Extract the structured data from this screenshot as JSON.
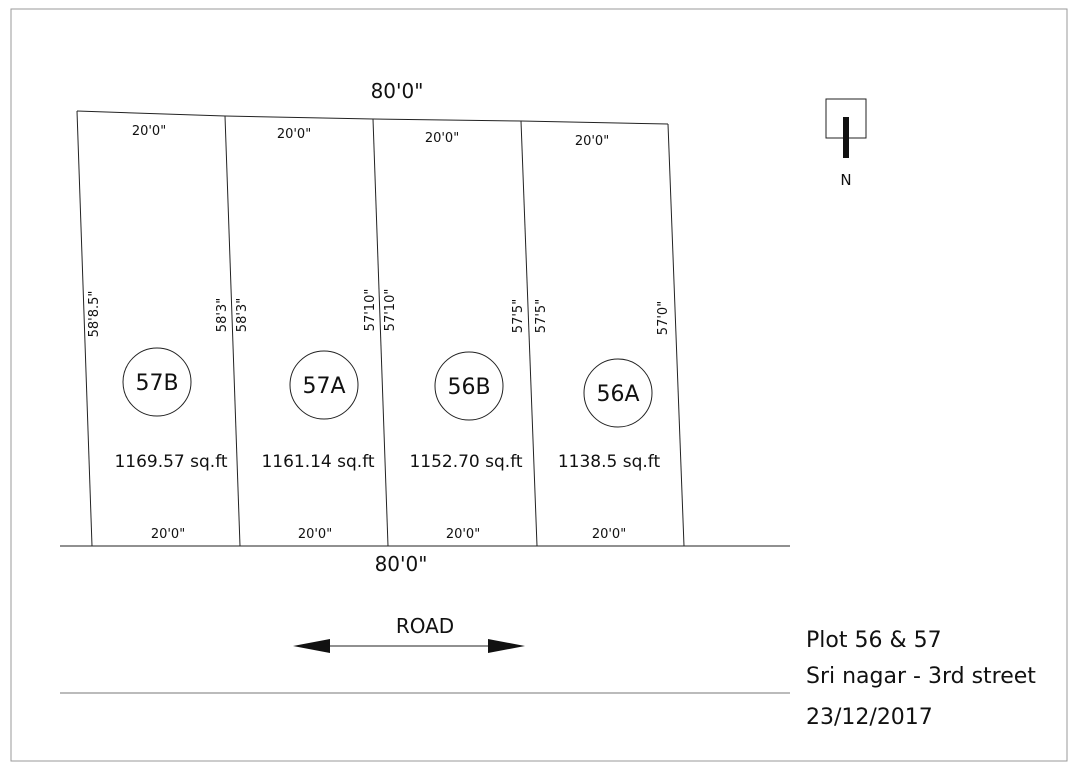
{
  "overall": {
    "top_width": "80'0\"",
    "bottom_width": "80'0\""
  },
  "plots": [
    {
      "id": "57B",
      "area": "1169.57 sq.ft",
      "top": "20'0\"",
      "bottom": "20'0\"",
      "left_side": "58'8.5\"",
      "right_side": "58'3\""
    },
    {
      "id": "57A",
      "area": "1161.14 sq.ft",
      "top": "20'0\"",
      "bottom": "20'0\"",
      "left_side": "58'3\"",
      "right_side": "57'10\""
    },
    {
      "id": "56B",
      "area": "1152.70 sq.ft",
      "top": "20'0\"",
      "bottom": "20'0\"",
      "left_side": "57'10\"",
      "right_side": "57'5\""
    },
    {
      "id": "56A",
      "area": "1138.5 sq.ft",
      "top": "20'0\"",
      "bottom": "20'0\"",
      "left_side": "57'5\"",
      "right_side": "57'0\""
    }
  ],
  "road": {
    "label": "ROAD"
  },
  "north": {
    "label": "N"
  },
  "info": {
    "line1": "Plot 56 & 57",
    "line2": "Sri nagar - 3rd street",
    "date": "23/12/2017"
  }
}
